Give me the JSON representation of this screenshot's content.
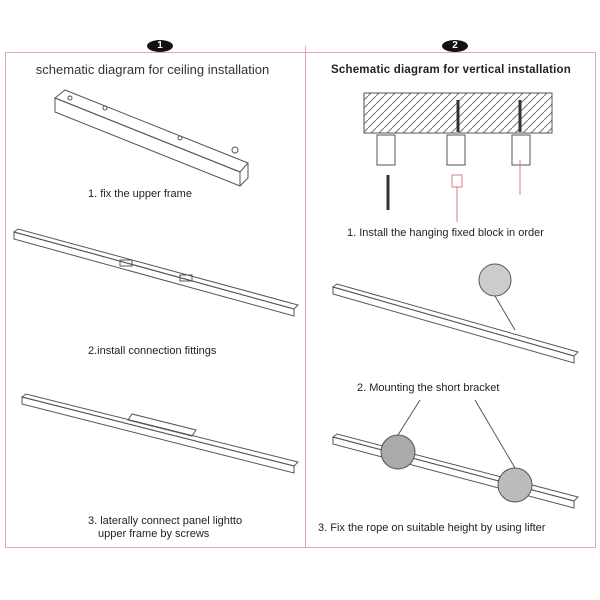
{
  "sections": [
    {
      "badge": "1",
      "title": "schematic diagram for ceiling installation",
      "steps": [
        "1. fix the upper frame",
        "2.install connection fittings",
        "3. laterally connect panel lightto",
        "upper frame by screws"
      ]
    },
    {
      "badge": "2",
      "title": "Schematic diagram for vertical installation",
      "steps": [
        "1. Install the hanging fixed block in order",
        "2. Mounting the short bracket",
        "3. Fix the rope on suitable height by using lifter"
      ]
    }
  ],
  "colors": {
    "frame": "#e9a5ad",
    "accent": "#e07a86",
    "line": "#555555"
  }
}
